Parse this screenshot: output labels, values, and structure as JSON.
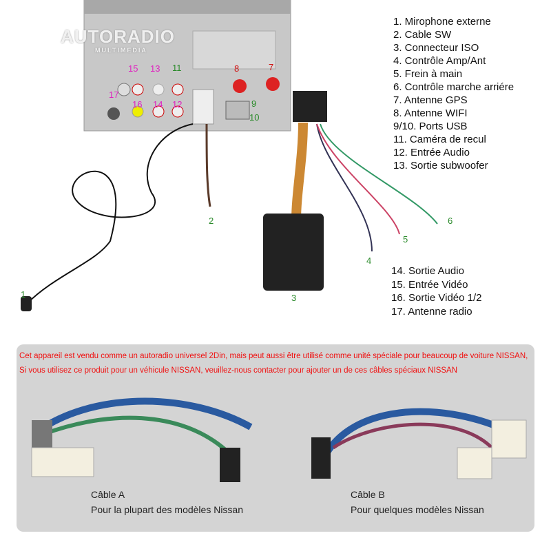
{
  "logo": {
    "name": "AUTORADIO",
    "sub": "MULTIMEDIA"
  },
  "legend_top": [
    "1. Mirophone externe",
    "2. Cable SW",
    "3. Connecteur ISO",
    "4. Contrôle Amp/Ant",
    "5. Frein à main",
    "6. Contrôle marche arriére",
    "7. Antenne GPS",
    "8. Antenne WIFI",
    "9/10. Ports USB",
    "11. Caméra de recul",
    "12. Entrée Audio",
    "13. Sortie subwoofer"
  ],
  "legend_bottom": [
    "14. Sortie Audio",
    "15. Entrée Vidéo",
    "16. Sortie Vidéo 1/2",
    "17. Antenne radio"
  ],
  "callouts": {
    "n1": "1",
    "n2": "2",
    "n3": "3",
    "n4": "4",
    "n5": "5",
    "n6": "6",
    "n7": "7",
    "n8": "8",
    "n9": "9",
    "n10": "10",
    "n11": "11",
    "n12": "12",
    "n13": "13",
    "n14": "14",
    "n15": "15",
    "n16": "16",
    "n17": "17"
  },
  "notice": {
    "line1": "Cet appareil est vendu comme un autoradio universel 2Din, mais peut aussi être utilisé comme unité spéciale pour beaucoup de voiture NISSAN,",
    "line2": "Si vous utilisez ce produit pour un véhicule NISSAN, veuillez-nous contacter pour ajouter un de ces câbles spéciaux NISSAN"
  },
  "cable_a": {
    "title": "Câble A",
    "desc": "Pour la plupart des modèles Nissan"
  },
  "cable_b": {
    "title": "Câble B",
    "desc": "Pour quelques modèles Nissan"
  }
}
